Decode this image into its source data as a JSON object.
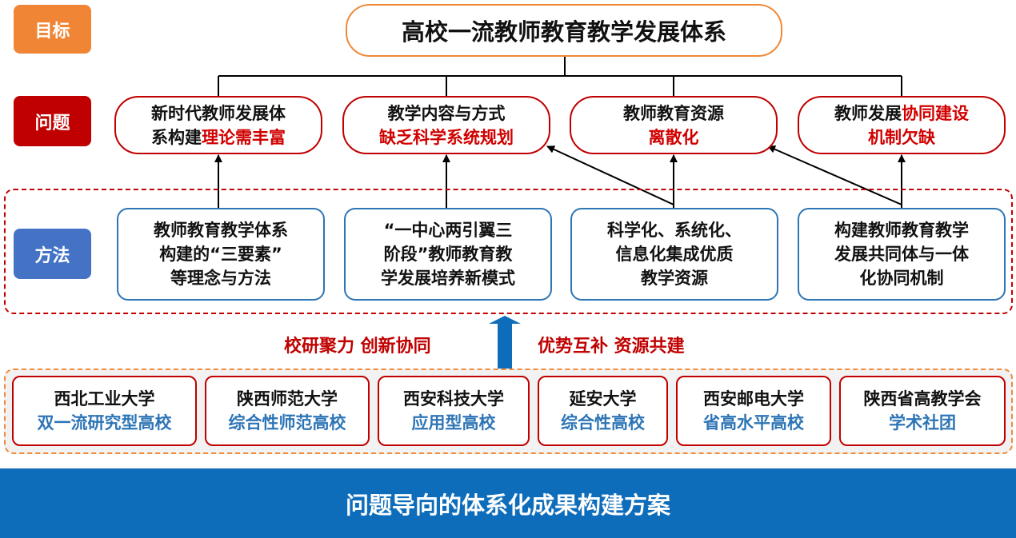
{
  "labels": {
    "goal": "目标",
    "problem": "问题",
    "method": "方法",
    "colors": {
      "goal": "#ef8535",
      "problem": "#c00000",
      "method": "#4472c4"
    }
  },
  "goal": {
    "title": "高校一流教师教育教学发展体系"
  },
  "problems": [
    {
      "line1": "新时代教师发展体",
      "line2_plain": "系构建",
      "line2_red": "理论需丰富"
    },
    {
      "line1": "教学内容与方式",
      "line2_plain": "",
      "line2_red": "缺乏科学系统规划"
    },
    {
      "line1": "教师教育资源",
      "line2_plain": "",
      "line2_red": "离散化"
    },
    {
      "line1_plain": "教师发展",
      "line1_red": "协同建设",
      "line2_plain": "",
      "line2_red": "机制欠缺"
    }
  ],
  "methods": [
    {
      "lines": [
        "教师教育教学体系",
        "构建的“三要素”",
        "等理念与方法"
      ]
    },
    {
      "lines": [
        "“一中心两引翼三",
        "阶段”教师教育教",
        "学发展培养新模式"
      ]
    },
    {
      "lines": [
        "科学化、系统化、",
        "信息化集成优质",
        "教学资源"
      ]
    },
    {
      "lines": [
        "构建教师教育教学",
        "发展共同体与一体",
        "化协同机制"
      ]
    }
  ],
  "slogans": {
    "left": "校研聚力  创新协同",
    "right": "优势互补  资源共建"
  },
  "universities": [
    {
      "name": "西北工业大学",
      "type": "双一流研究型高校"
    },
    {
      "name": "陕西师范大学",
      "type": "综合性师范高校"
    },
    {
      "name": "西安科技大学",
      "type": "应用型高校"
    },
    {
      "name": "延安大学",
      "type": "综合性高校"
    },
    {
      "name": "西安邮电大学",
      "type": "省高水平高校"
    },
    {
      "name": "陕西省高教学会",
      "type": "学术社团"
    }
  ],
  "footer": {
    "text": "问题导向的体系化成果构建方案"
  },
  "accent": {
    "red": "#c00000",
    "blue": "#2e75b6",
    "orange": "#ee8a3a",
    "bar": "#0e6dbb"
  }
}
